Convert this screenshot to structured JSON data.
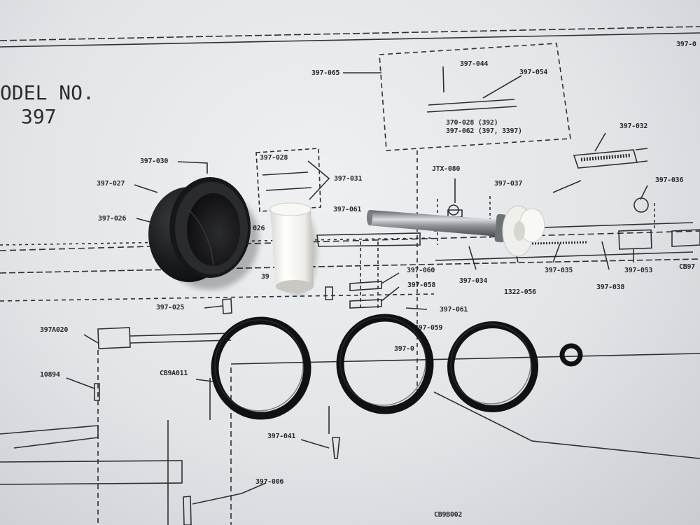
{
  "drawing": {
    "model_label": "ODEL NO.",
    "model_number": "397",
    "part_labels": [
      "397-065",
      "397-044",
      "397-054",
      "370-028 (392)",
      "397-062 (397, 3397)",
      "397-032",
      "397-030",
      "397-028",
      "397-031",
      "397-027",
      "JTX-080",
      "397-037",
      "397-036",
      "397-061",
      "397-026",
      "026",
      "397-060",
      "397-058",
      "397-034",
      "1322-056",
      "397-035",
      "397-053",
      "397-038",
      "397-025",
      "397-061",
      "397A020",
      "397-059",
      "397-0",
      "CB9A011",
      "10894",
      "397-041",
      "397-006",
      "CB9B002",
      "397-0",
      "CB97",
      "39"
    ]
  },
  "colors": {
    "paper": "#e6e8eb",
    "ink": "#2a2a2e",
    "rubber": "#141416",
    "white_part": "#f1f1ee",
    "steel": "#9a9ea3"
  }
}
